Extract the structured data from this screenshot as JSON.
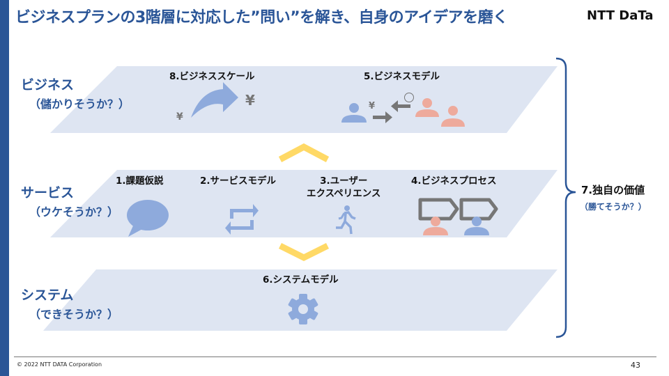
{
  "slide": {
    "title": "ビジネスプランの3階層に対応した”問い”を解き、自身のアイデアを磨く",
    "logo": "NTT DaTa",
    "copyright": "© 2022 NTT DATA Corporation",
    "page_number": "43"
  },
  "colors": {
    "brand_blue": "#2a5597",
    "layer_fill": "#dee5f2",
    "icon_blue": "#8eaadc",
    "icon_salmon": "#eeaa9c",
    "icon_gray": "#767676",
    "chevron_yellow": "#ffd966"
  },
  "layers": [
    {
      "name": "ビジネス",
      "question": "（儲かりそうか？）",
      "items": [
        {
          "label": "8.ビジネススケール",
          "icon": "yen-growth-arrow-icon"
        },
        {
          "label": "5.ビジネスモデル",
          "icon": "value-exchange-icon"
        }
      ]
    },
    {
      "name": "サービス",
      "question": "（ウケそうか？）",
      "items": [
        {
          "label": "1.課題仮説",
          "icon": "speech-bubble-icon"
        },
        {
          "label": "2.サービスモデル",
          "icon": "exchange-arrows-icon"
        },
        {
          "label_line1": "3.ユーザー",
          "label_line2": "エクスペリエンス",
          "icon": "running-person-icon"
        },
        {
          "label": "4.ビジネスプロセス",
          "icon": "process-flow-icon"
        }
      ]
    },
    {
      "name": "システム",
      "question": "（できそうか？）",
      "items": [
        {
          "label": "6.システムモデル",
          "icon": "gear-icon"
        }
      ]
    }
  ],
  "symbols": {
    "yen": "¥",
    "circle": "○"
  },
  "overall": {
    "label": "7.独自の価値",
    "question": "（勝てそうか？）"
  }
}
